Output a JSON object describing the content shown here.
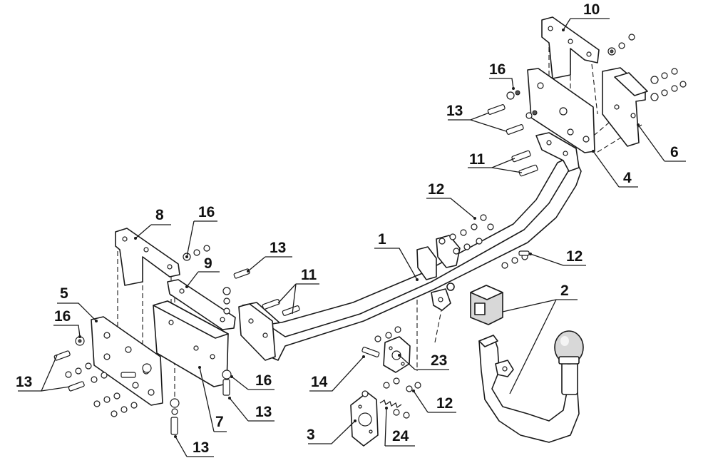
{
  "diagram": {
    "callouts": [
      {
        "id": "c10",
        "label": "10"
      },
      {
        "id": "c16a",
        "label": "16"
      },
      {
        "id": "c13a",
        "label": "13"
      },
      {
        "id": "c6",
        "label": "6"
      },
      {
        "id": "c11a",
        "label": "11"
      },
      {
        "id": "c4",
        "label": "4"
      },
      {
        "id": "c12a",
        "label": "12"
      },
      {
        "id": "c8",
        "label": "8"
      },
      {
        "id": "c16b",
        "label": "16"
      },
      {
        "id": "c1",
        "label": "1"
      },
      {
        "id": "c13b",
        "label": "13"
      },
      {
        "id": "c12b",
        "label": "12"
      },
      {
        "id": "c9",
        "label": "9"
      },
      {
        "id": "c11b",
        "label": "11"
      },
      {
        "id": "c2",
        "label": "2"
      },
      {
        "id": "c5",
        "label": "5"
      },
      {
        "id": "c16c",
        "label": "16"
      },
      {
        "id": "c13c",
        "label": "13"
      },
      {
        "id": "c23",
        "label": "23"
      },
      {
        "id": "c14",
        "label": "14"
      },
      {
        "id": "c16d",
        "label": "16"
      },
      {
        "id": "c12c",
        "label": "12"
      },
      {
        "id": "c13d",
        "label": "13"
      },
      {
        "id": "c7",
        "label": "7"
      },
      {
        "id": "c3",
        "label": "3"
      },
      {
        "id": "c24",
        "label": "24"
      },
      {
        "id": "c13e",
        "label": "13"
      }
    ]
  }
}
